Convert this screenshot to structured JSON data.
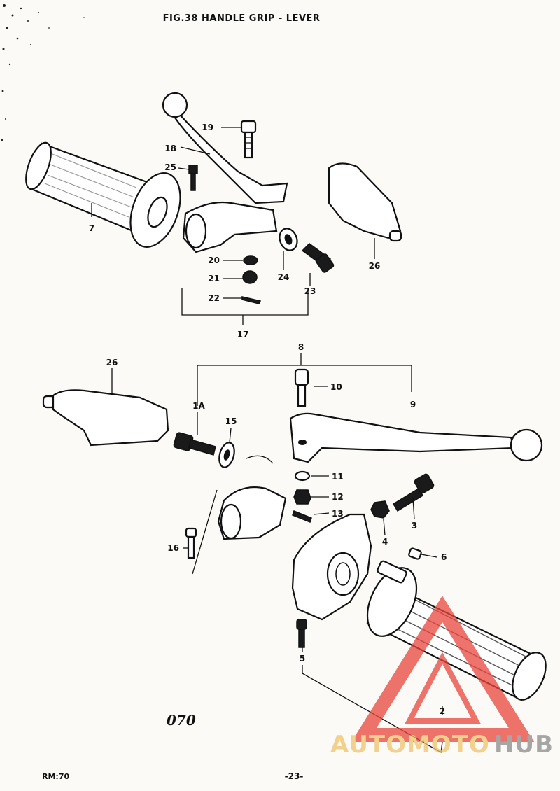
{
  "header": {
    "title": "FIG.38 HANDLE GRIP - LEVER"
  },
  "callouts": {
    "c7": "7",
    "c19": "19",
    "c18": "18",
    "c25": "25",
    "c20": "20",
    "c21": "21",
    "c22": "22",
    "c17": "17",
    "c24": "24",
    "c23": "23",
    "c26a": "26",
    "c26b": "26",
    "c8": "8",
    "c10": "10",
    "c9": "9",
    "c1A": "1A",
    "c15": "15",
    "c11": "11",
    "c12": "12",
    "c13": "13",
    "c3": "3",
    "c4": "4",
    "c6": "6",
    "c16": "16",
    "c5": "5",
    "c2": "2"
  },
  "annotation": {
    "handwritten": "070"
  },
  "footer": {
    "model": "RM:70",
    "page": "-23-"
  },
  "watermark": {
    "part1": "AUTOMOTO",
    "part2": "HUB",
    "colors": {
      "triangle": "#e8453c",
      "text1": "#f0c36b",
      "text2": "#8a8a8a"
    }
  }
}
